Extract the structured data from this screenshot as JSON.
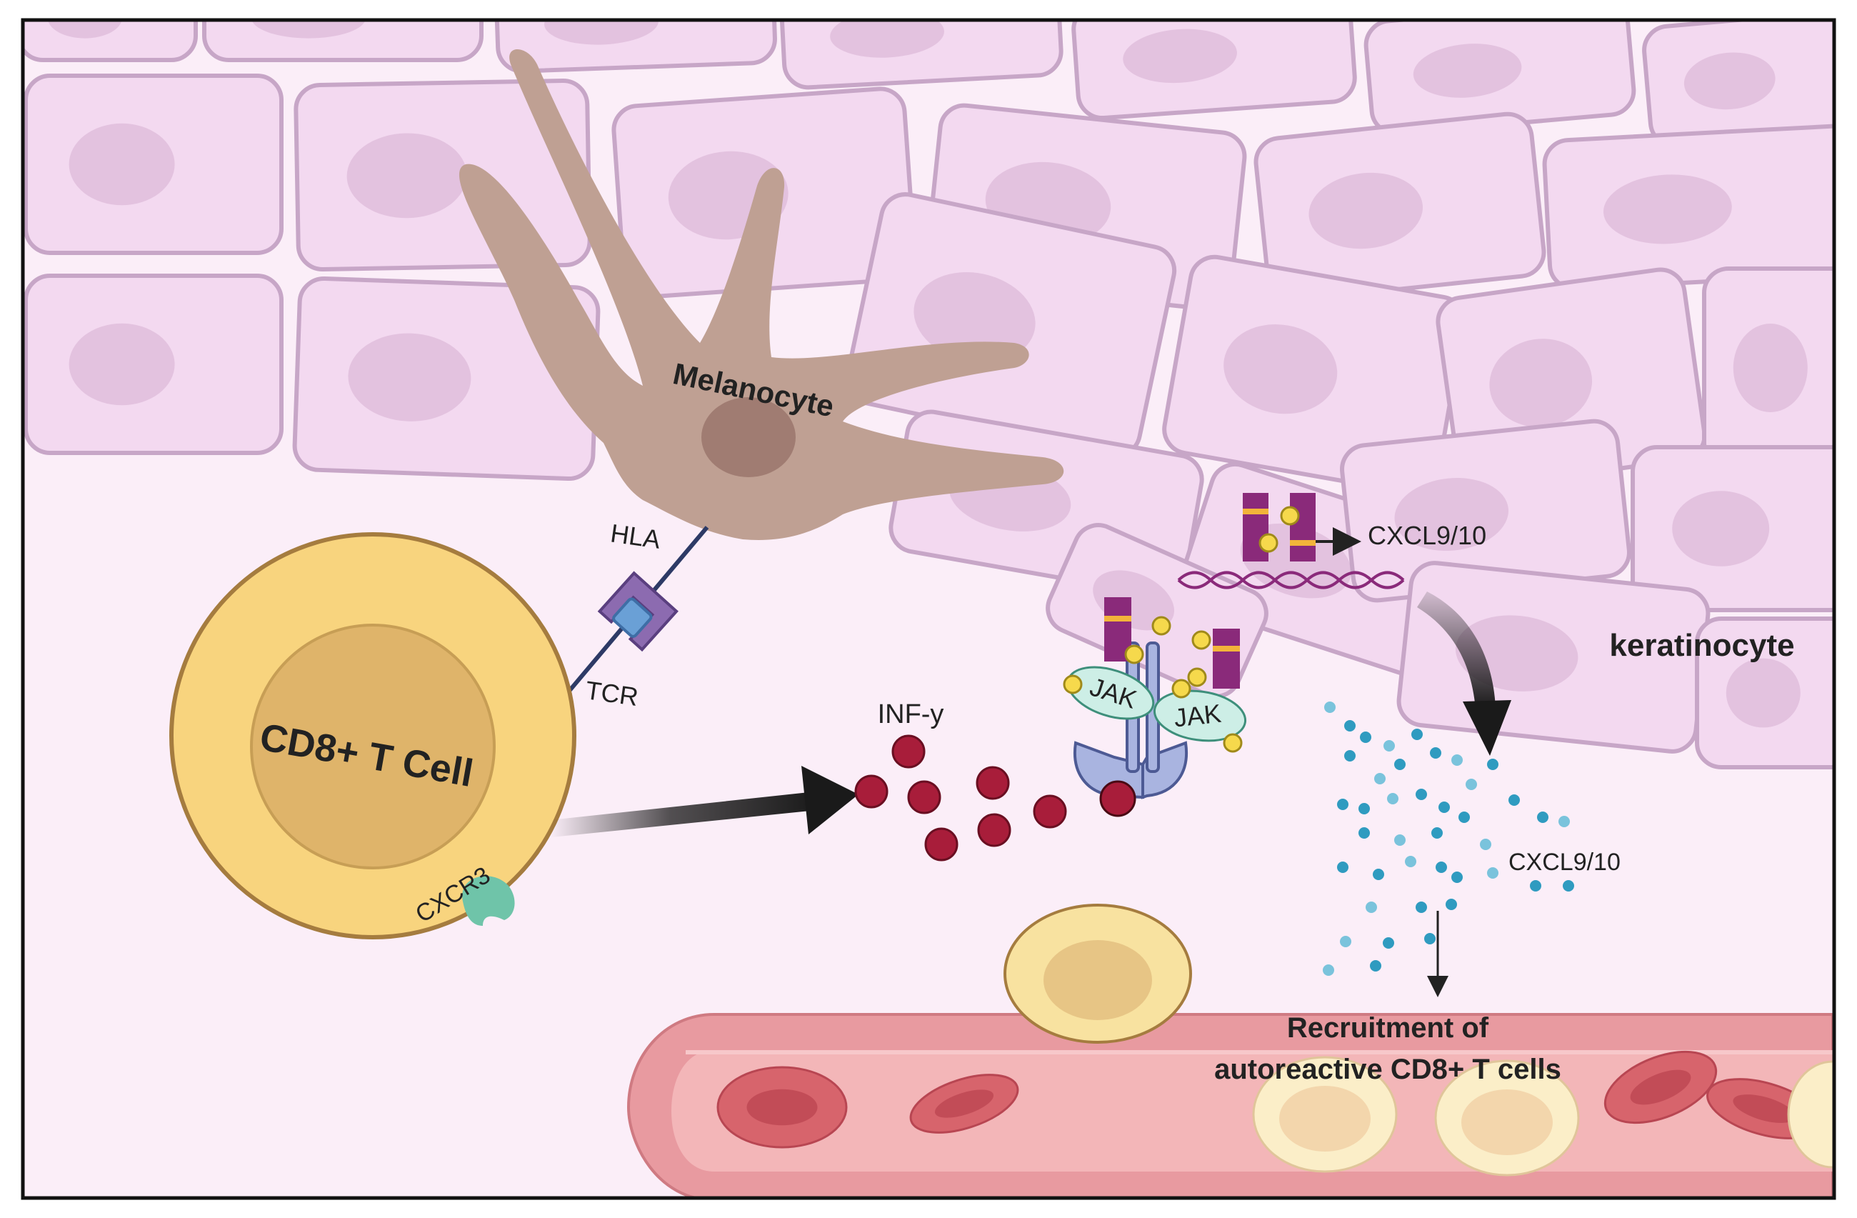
{
  "labels": {
    "melanocyte": "Melanocyte",
    "hla": "HLA",
    "tcr": "TCR",
    "cd8_t_cell": "CD8+ T Cell",
    "cxcr3": "CXCR3",
    "inf_y": "INF-y",
    "jak_left": "JAK",
    "jak_right": "JAK",
    "cxcl_gene": "CXCL9/10",
    "keratinocyte": "keratinocyte",
    "cxcl_secreted": "CXCL9/10",
    "recruitment_line1": "Recruitment of",
    "recruitment_line2": "autoreactive CD8+ T cells"
  },
  "colors": {
    "skin_background": "#fbeef8",
    "keratinocyte_fill": "#f3d9f0",
    "keratinocyte_border": "#c7a6c7",
    "keratinocyte_nucleus": "#e3c2df",
    "melanocyte": "#bfa093",
    "melanocyte_nucleus": "#a07c72",
    "t_cell_outer": "#f8d47e",
    "t_cell_inner": "#dfb46a",
    "t_cell_border": "#a57c3f",
    "cxcr3": "#6fc4a9",
    "hla_receptor": "#8c6bb0",
    "tcr_receptor": "#6aa0d6",
    "ifn_gamma": "#a81d3a",
    "jak": "#cdeee6",
    "receptor_purple": "#8a2a7a",
    "phosphate": "#f6d94c",
    "chemokine_dots": "#2f9bc0",
    "vessel_wall": "#e89aa0",
    "vessel_lumen": "#f3b6b8",
    "red_blood_cell": "#d7646c",
    "arrow": "#1a1a1a"
  }
}
